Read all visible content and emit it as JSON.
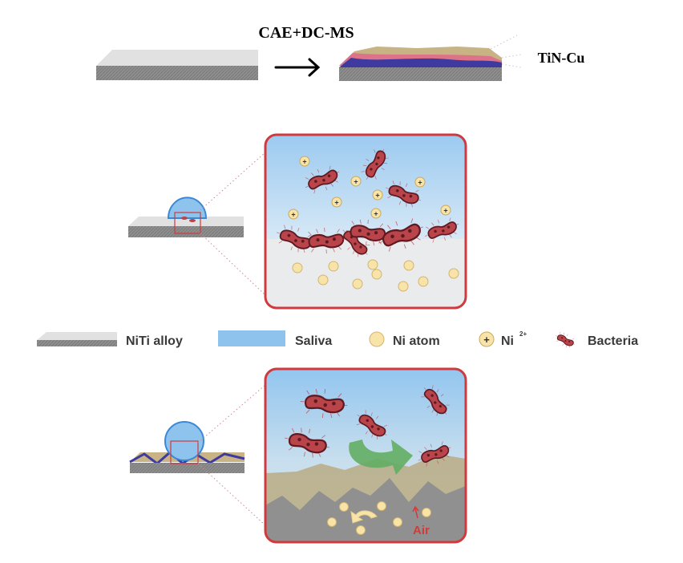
{
  "process": {
    "label": "CAE+DC-MS",
    "product_label": "TiN-Cu"
  },
  "legend": {
    "alloy": "NiTi alloy",
    "saliva": "Saliva",
    "ni_atom": "Ni atom",
    "ni_ion": "Ni",
    "ni_ion_charge": "2+",
    "ion_symbol": "+",
    "bacteria": "Bacteria"
  },
  "coated_panel": {
    "air_label": "Air"
  },
  "colors": {
    "alloy_top": "#e2e2e2",
    "alloy_side": "#8a8a8a",
    "saliva": "#8ec3ee",
    "coating_tan": "#c8b384",
    "coating_blue": "#3e3aa0",
    "coating_pink": "#e06a8a",
    "panel_border": "#d03a3e",
    "bacteria_body": "#b9444a",
    "bacteria_outline": "#5e1a22",
    "ni_atom": "#f8e3a9",
    "arrow_green": "#63ad63",
    "air_text": "#d33a3a"
  }
}
